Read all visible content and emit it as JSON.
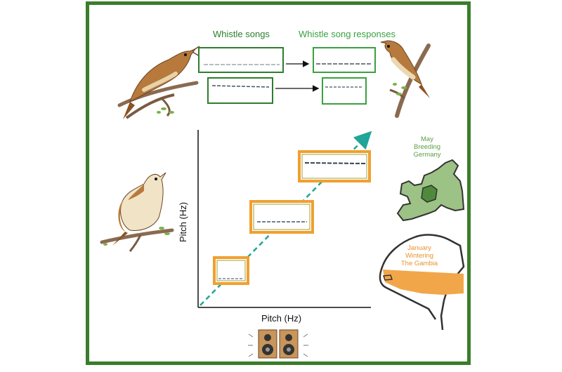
{
  "panel_top": {
    "left_title": "Whistle songs",
    "right_title": "Whistle song responses"
  },
  "plot": {
    "x_axis_label": "Pitch (Hz)",
    "y_axis_label": "Pitch (Hz)"
  },
  "map": {
    "breeding": {
      "month": "May",
      "season": "Breeding",
      "place": "Germany"
    },
    "wintering": {
      "month": "January",
      "season": "Wintering",
      "place": "The Gambia"
    }
  },
  "colors": {
    "frame_green": "#3a7d2c",
    "title_dark_green": "#2f7d2f",
    "title_light_green": "#3aa040",
    "europe_green": "#9cc285",
    "africa_orange": "#f2a64a",
    "regression_line": "#1fa59a",
    "box_orange": "#f0a030",
    "box_olive": "#a0a030"
  },
  "icons": [
    "nightingale-singing-icon",
    "nightingale-responding-icon",
    "nightingale-perched-icon",
    "speaker-pair-icon",
    "arrow-right-icon"
  ]
}
